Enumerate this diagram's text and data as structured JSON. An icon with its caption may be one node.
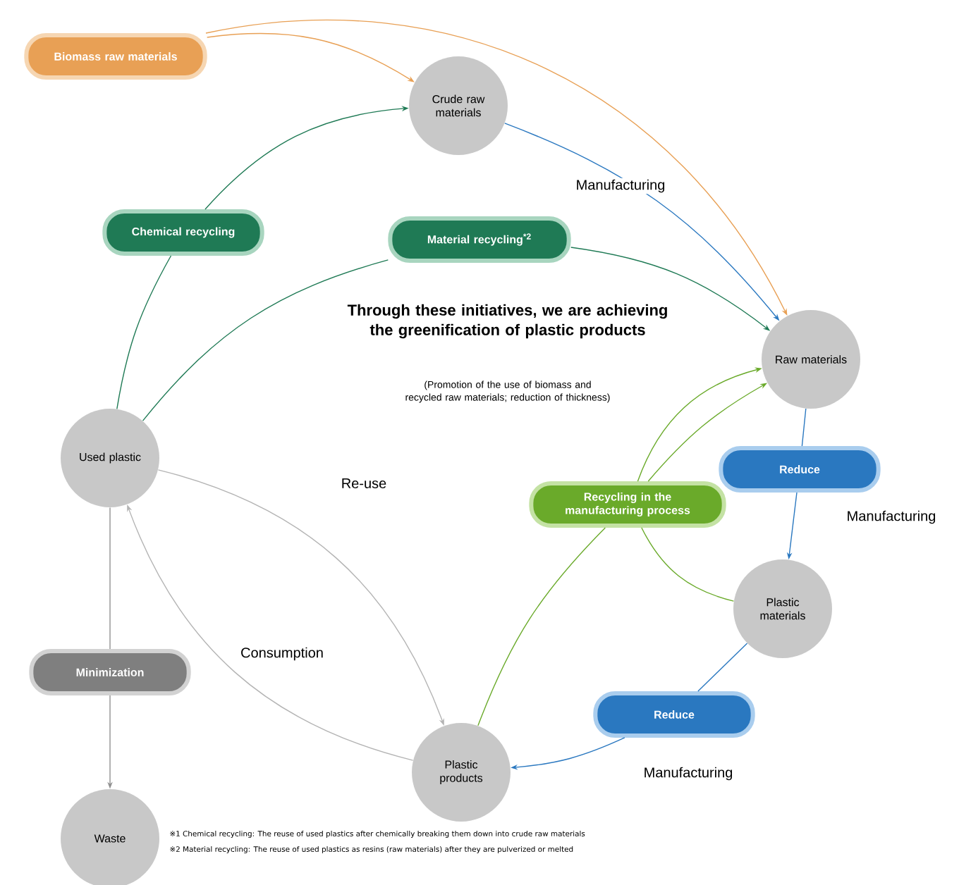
{
  "diagram": {
    "title": "Through these initiatives, we are achieving the greenification of plastic products",
    "nodes": [
      {
        "text": [
          "Biomass raw materials"
        ]
      },
      {
        "text": [
          "Crude raw materials"
        ]
      },
      {
        "text": [
          "Chemical recycling"
        ]
      },
      {
        "text": [
          "Material recycling$^{*2}$"
        ]
      },
      {
        "text": [
          "Raw materials"
        ]
      },
      {
        "text": [
          "Used plastic"
        ]
      },
      {
        "text": [
          "Reduce"
        ]
      },
      {
        "text": [
          "Recycling in the manufacturing process"
        ]
      },
      {
        "text": [
          "Plastic materials"
        ]
      },
      {
        "text": [
          "Minimization"
        ]
      },
      {
        "text": [
          "Reduce"
        ]
      },
      {
        "text": [
          "Plastic products"
        ]
      },
      {
        "text": [
          "Waste"
        ]
      }
    ],
    "edges": [
      {
        "from": 0,
        "to": 1,
        "arrow": "to",
        "color": "#e8a055"
      },
      {
        "from": 0,
        "to": 4,
        "arrow": "to",
        "color": "#e8a055"
      },
      {
        "from": 1,
        "to": 4,
        "arrow": "to",
        "color": "#2a78c0",
        "label": "Manufacturing"
      },
      {
        "from": 5,
        "to": 2,
        "arrow": "none",
        "color": "#1f7a55"
      },
      {
        "from": 2,
        "to": 1,
        "arrow": "to",
        "color": "#1f7a55"
      },
      {
        "from": 5,
        "to": 3,
        "arrow": "none",
        "color": "#1f7a55"
      },
      {
        "from": 3,
        "to": 4,
        "arrow": "to",
        "color": "#1f7a55"
      },
      {
        "from": 4,
        "to": 6,
        "arrow": "none",
        "color": "#2a78c0"
      },
      {
        "from": 6,
        "to": 8,
        "arrow": "to",
        "color": "#2a78c0",
        "label": "Manufacturing"
      },
      {
        "from": 8,
        "to": 10,
        "arrow": "none",
        "color": "#2a78c0"
      },
      {
        "from": 10,
        "to": 11,
        "arrow": "to",
        "color": "#2a78c0",
        "label": "Manufacturing"
      },
      {
        "from": 11,
        "to": 7,
        "arrow": "none",
        "color": "#6aaa2a"
      },
      {
        "from": 7,
        "to": 4,
        "arrow": "to",
        "color": "#6aaa2a"
      },
      {
        "from": 8,
        "to": 7,
        "arrow": "none",
        "color": "#6aaa2a"
      },
      {
        "from": 7,
        "to": 4,
        "arrow": "to",
        "color": "#6aaa2a"
      },
      {
        "from": 11,
        "to": 5,
        "arrow": "to",
        "color": "#b4b4b4",
        "label": "Consumption"
      },
      {
        "from": 5,
        "to": 11,
        "arrow": "to",
        "color": "#b4b4b4",
        "label": "Re-use"
      },
      {
        "from": 5,
        "to": 9,
        "arrow": "none",
        "color": "#909090"
      },
      {
        "from": 9,
        "to": 12,
        "arrow": "to",
        "color": "#909090"
      }
    ],
    "labels": [
      "(Promotion of the use of biomass and recycled raw materials; reduction of thickness)",
      "※1 Chemical recycling: The reuse of used plastics after chemically breaking them down into crude raw materials",
      "※2 Material recycling: The reuse of used plastics as resins (raw materials) after they are pulverized or melted"
    ]
  }
}
